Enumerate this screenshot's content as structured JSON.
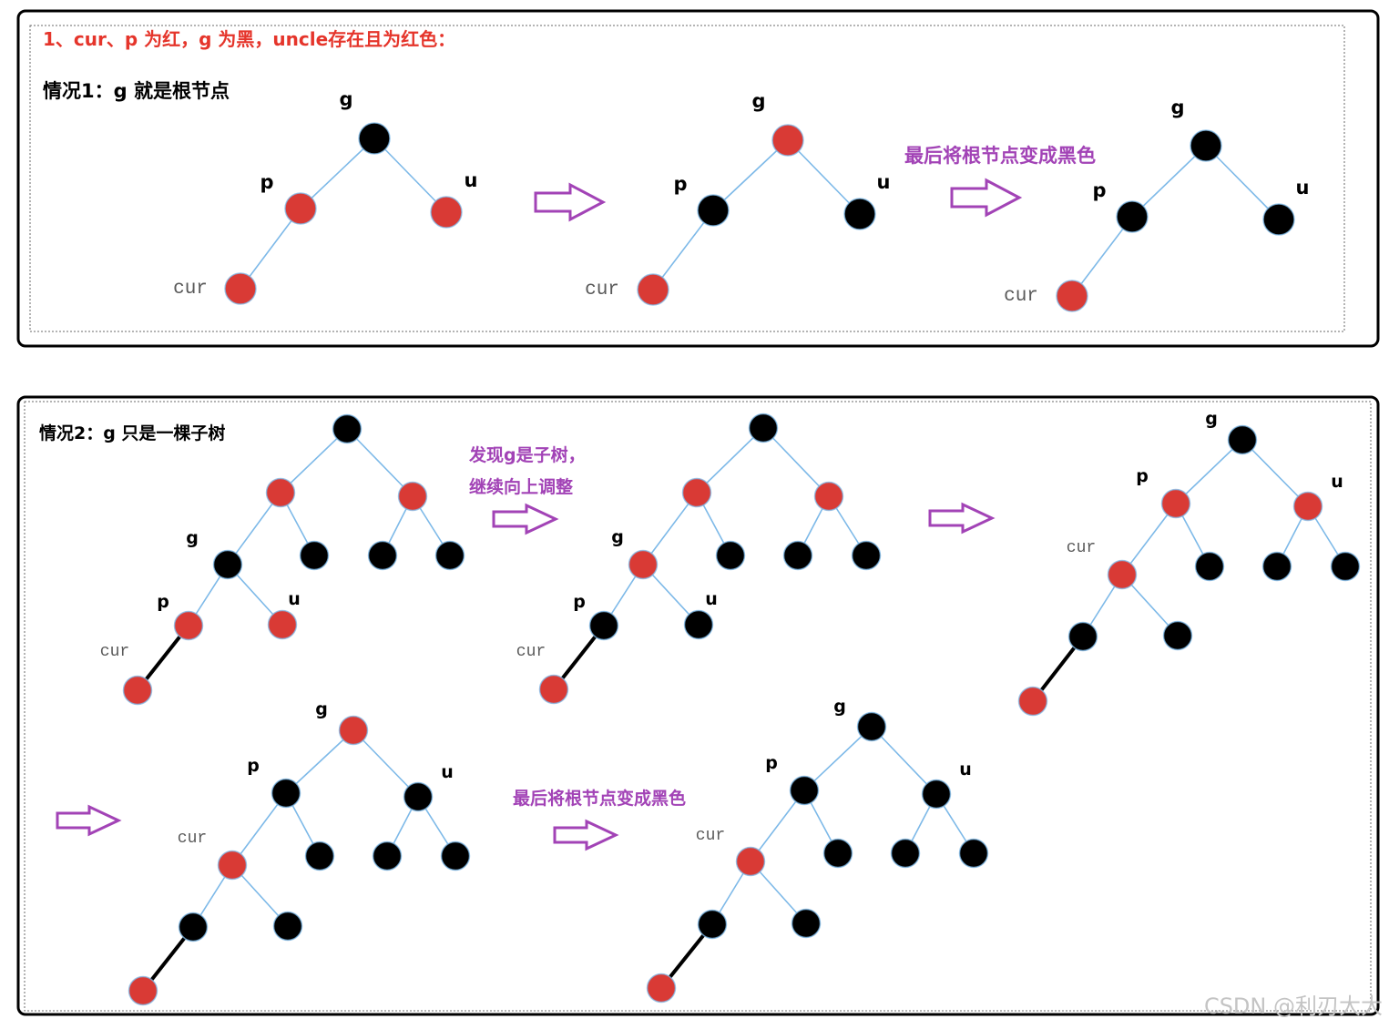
{
  "colors": {
    "node_red": "#d93a35",
    "node_black": "#000000",
    "edge": "#7db9e8",
    "heading": "#e5352b",
    "accent": "#a243b6"
  },
  "case1": {
    "heading": "1、cur、p 为红，g 为黑，uncle存在且为红色：",
    "title": "情况1：g 就是根节点",
    "note": "最后将根节点变成黑色",
    "trees": [
      {
        "nodes": [
          {
            "color": "black",
            "label": "g"
          },
          {
            "color": "red",
            "label": "p"
          },
          {
            "color": "red",
            "label": "u"
          },
          {
            "color": "red",
            "label": "cur"
          }
        ],
        "edges": [
          [
            0,
            1
          ],
          [
            0,
            2
          ],
          [
            1,
            3
          ]
        ]
      },
      {
        "nodes": [
          {
            "color": "red",
            "label": "g"
          },
          {
            "color": "black",
            "label": "p"
          },
          {
            "color": "black",
            "label": "u"
          },
          {
            "color": "red",
            "label": "cur"
          }
        ],
        "edges": [
          [
            0,
            1
          ],
          [
            0,
            2
          ],
          [
            1,
            3
          ]
        ]
      },
      {
        "nodes": [
          {
            "color": "black",
            "label": "g"
          },
          {
            "color": "black",
            "label": "p"
          },
          {
            "color": "black",
            "label": "u"
          },
          {
            "color": "red",
            "label": "cur"
          }
        ],
        "edges": [
          [
            0,
            1
          ],
          [
            0,
            2
          ],
          [
            1,
            3
          ]
        ]
      }
    ]
  },
  "case2": {
    "title": "情况2：g 只是一棵子树",
    "note_top": [
      "发现g是子树，",
      "继续向上调整"
    ],
    "note_bottom": "最后将根节点变成黑色",
    "trees": [
      {
        "nodes": [
          {
            "color": "black"
          },
          {
            "color": "red"
          },
          {
            "color": "red"
          },
          {
            "color": "black",
            "label": "g"
          },
          {
            "color": "black"
          },
          {
            "color": "black"
          },
          {
            "color": "black"
          },
          {
            "color": "red",
            "label": "p"
          },
          {
            "color": "red",
            "label": "u"
          },
          {
            "color": "red",
            "label": "cur"
          }
        ],
        "edges": [
          [
            0,
            1
          ],
          [
            0,
            2
          ],
          [
            1,
            3
          ],
          [
            1,
            4
          ],
          [
            2,
            5
          ],
          [
            2,
            6
          ],
          [
            3,
            7
          ],
          [
            3,
            8
          ],
          [
            7,
            9
          ]
        ]
      },
      {
        "nodes": [
          {
            "color": "black"
          },
          {
            "color": "red"
          },
          {
            "color": "red"
          },
          {
            "color": "red",
            "label": "g"
          },
          {
            "color": "black"
          },
          {
            "color": "black"
          },
          {
            "color": "black"
          },
          {
            "color": "black",
            "label": "p"
          },
          {
            "color": "black",
            "label": "u"
          },
          {
            "color": "red",
            "label": "cur"
          }
        ],
        "edges": [
          [
            0,
            1
          ],
          [
            0,
            2
          ],
          [
            1,
            3
          ],
          [
            1,
            4
          ],
          [
            2,
            5
          ],
          [
            2,
            6
          ],
          [
            3,
            7
          ],
          [
            3,
            8
          ],
          [
            7,
            9
          ]
        ]
      },
      {
        "nodes": [
          {
            "color": "black",
            "label": "g"
          },
          {
            "color": "red",
            "label": "p"
          },
          {
            "color": "red",
            "label": "u"
          },
          {
            "color": "red",
            "label": "cur"
          },
          {
            "color": "black"
          },
          {
            "color": "black"
          },
          {
            "color": "black"
          },
          {
            "color": "black"
          },
          {
            "color": "black"
          },
          {
            "color": "red"
          }
        ],
        "edges": [
          [
            0,
            1
          ],
          [
            0,
            2
          ],
          [
            1,
            3
          ],
          [
            1,
            4
          ],
          [
            2,
            5
          ],
          [
            2,
            6
          ],
          [
            3,
            7
          ],
          [
            3,
            8
          ],
          [
            7,
            9
          ]
        ]
      },
      {
        "nodes": [
          {
            "color": "red",
            "label": "g"
          },
          {
            "color": "black",
            "label": "p"
          },
          {
            "color": "black",
            "label": "u"
          },
          {
            "color": "red",
            "label": "cur"
          },
          {
            "color": "black"
          },
          {
            "color": "black"
          },
          {
            "color": "black"
          },
          {
            "color": "black"
          },
          {
            "color": "black"
          },
          {
            "color": "red"
          }
        ],
        "edges": [
          [
            0,
            1
          ],
          [
            0,
            2
          ],
          [
            1,
            3
          ],
          [
            1,
            4
          ],
          [
            2,
            5
          ],
          [
            2,
            6
          ],
          [
            3,
            7
          ],
          [
            3,
            8
          ],
          [
            7,
            9
          ]
        ]
      },
      {
        "nodes": [
          {
            "color": "black",
            "label": "g"
          },
          {
            "color": "black",
            "label": "p"
          },
          {
            "color": "black",
            "label": "u"
          },
          {
            "color": "red",
            "label": "cur"
          },
          {
            "color": "black"
          },
          {
            "color": "black"
          },
          {
            "color": "black"
          },
          {
            "color": "black"
          },
          {
            "color": "black"
          },
          {
            "color": "red"
          }
        ],
        "edges": [
          [
            0,
            1
          ],
          [
            0,
            2
          ],
          [
            1,
            3
          ],
          [
            1,
            4
          ],
          [
            2,
            5
          ],
          [
            2,
            6
          ],
          [
            3,
            7
          ],
          [
            3,
            8
          ],
          [
            7,
            9
          ]
        ]
      }
    ]
  },
  "watermark": "CSDN @利刃大大"
}
